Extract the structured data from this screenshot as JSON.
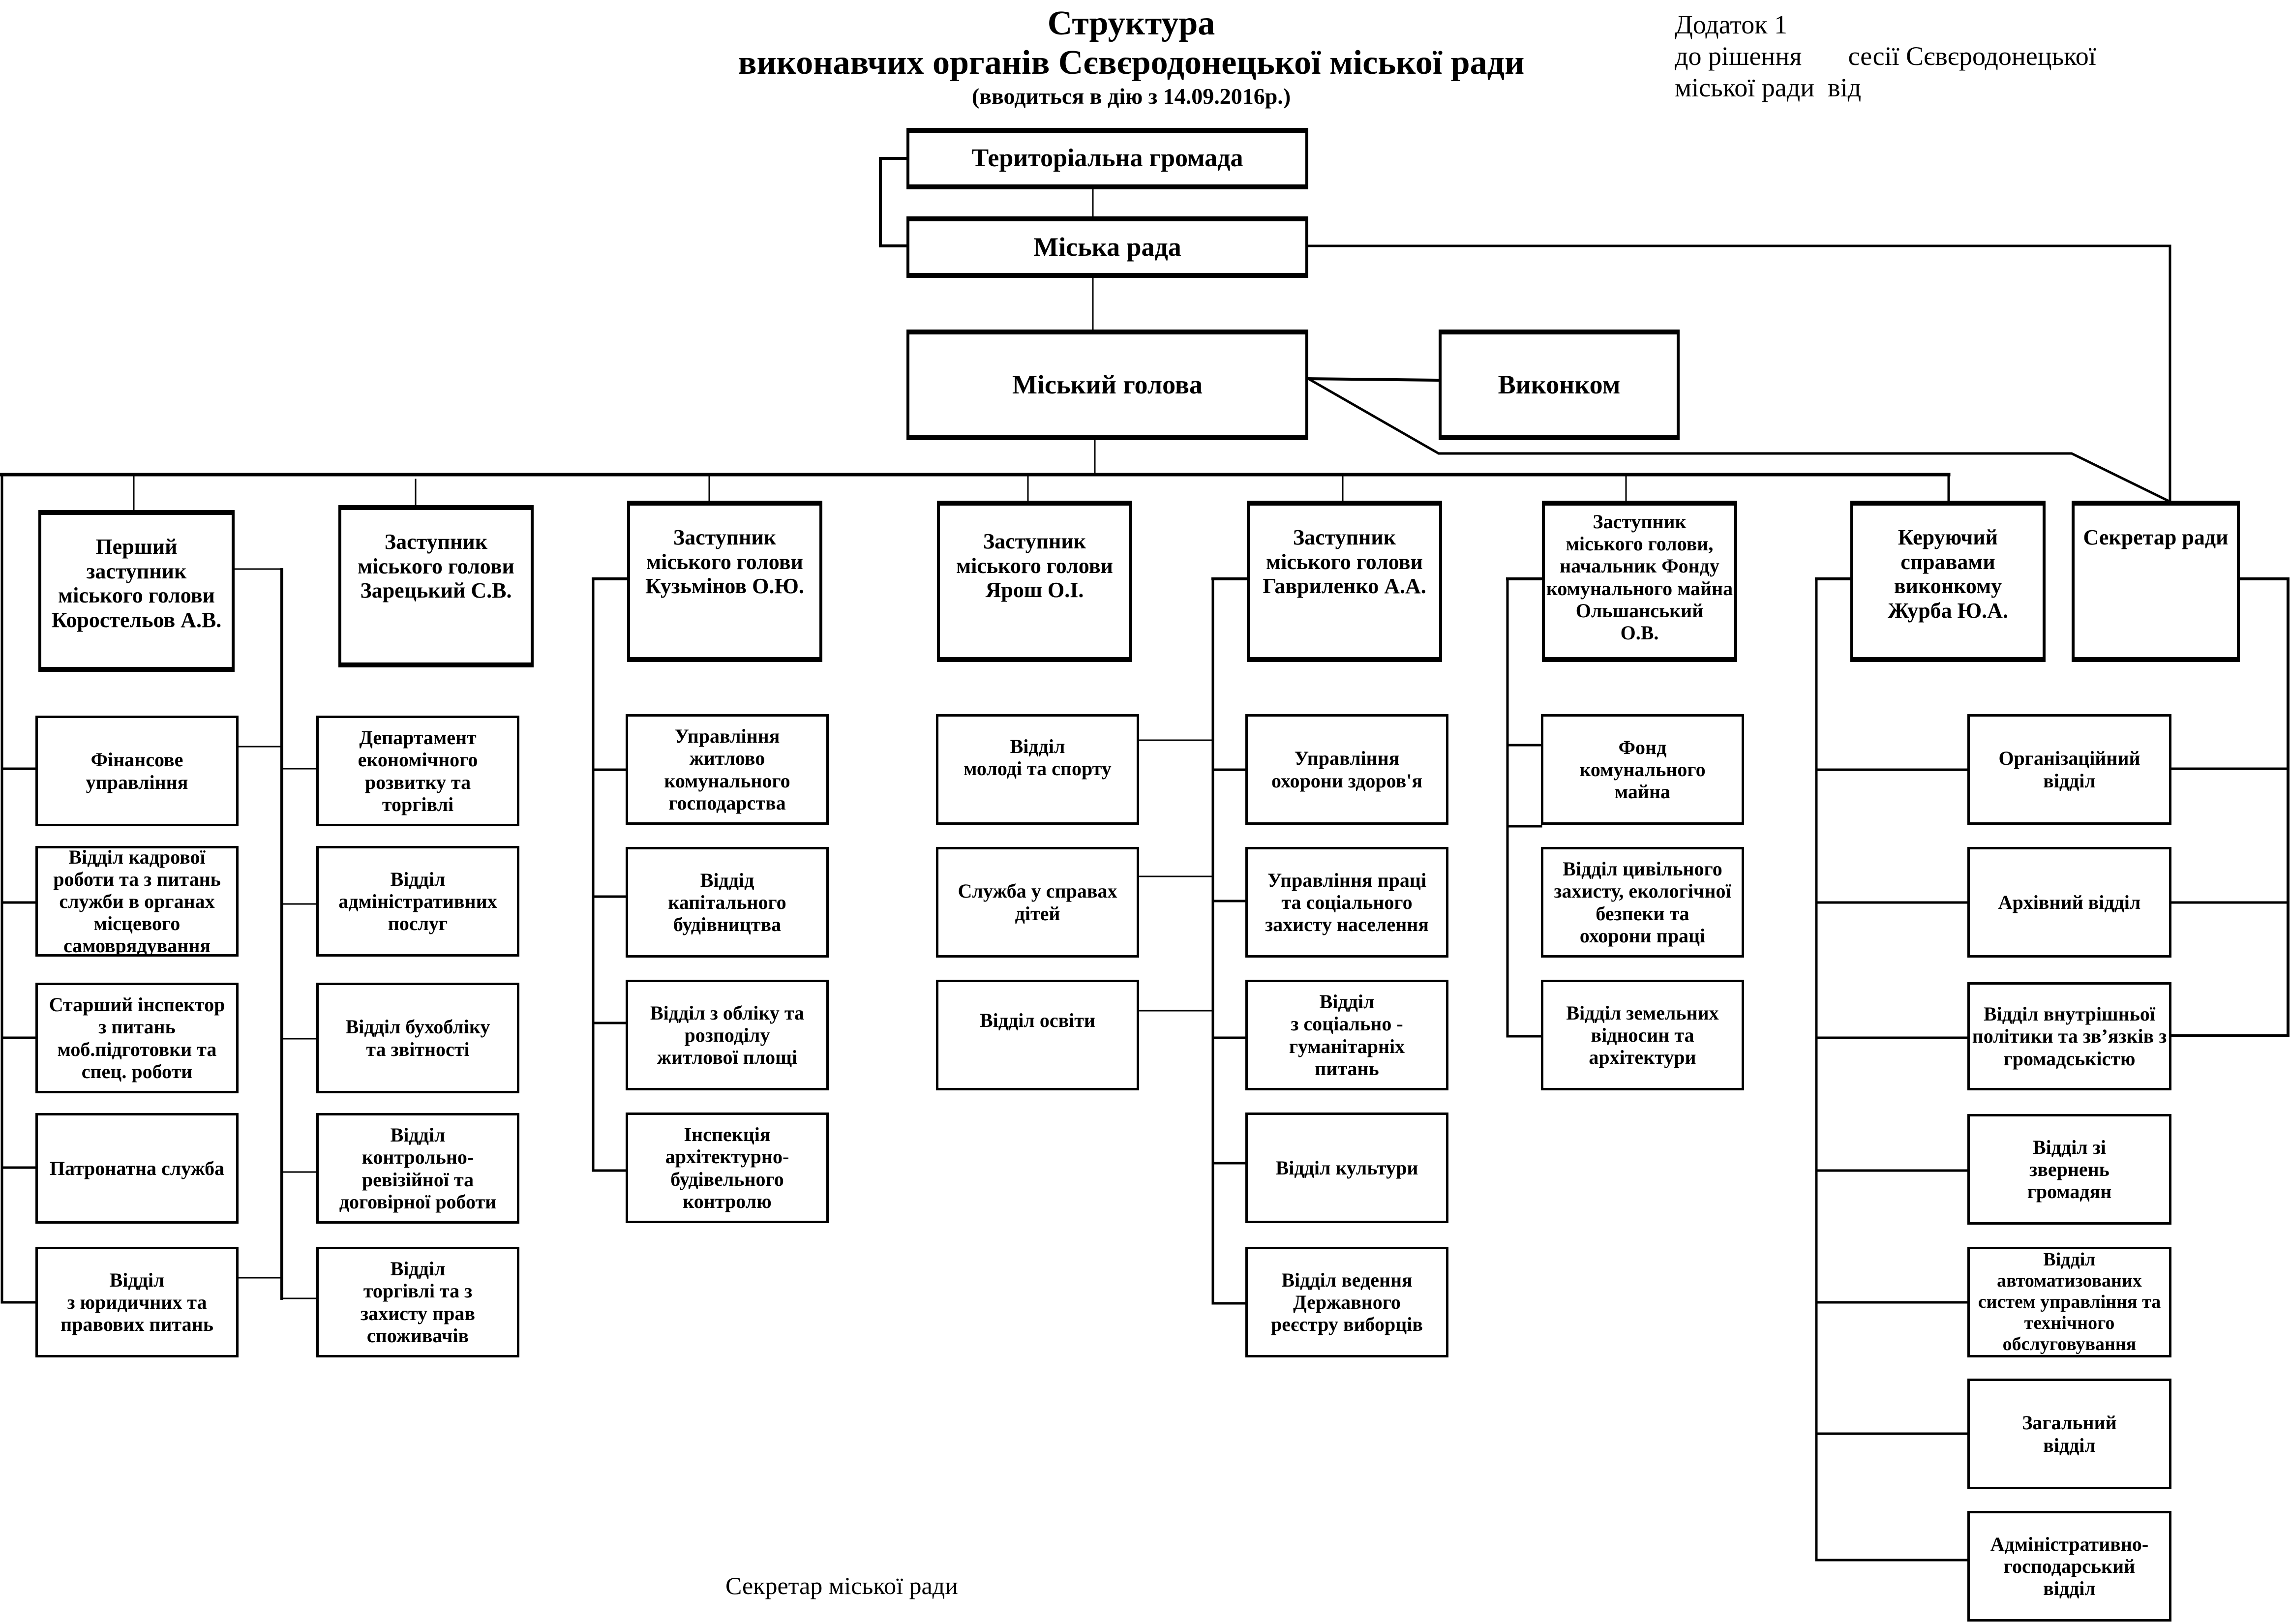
{
  "header": {
    "title_line1": "Структура",
    "title_line2": "виконавчих органів Сєвєродонецької міської ради",
    "title_line3": "(вводиться в дію з 14.09.2016р.)",
    "annex_line1": "Додаток 1",
    "annex_line2": "до рішення       сесії Сєвєродонецької",
    "annex_line3": "міської ради  від"
  },
  "top": {
    "community": "Територіальна громада",
    "council": "Міська рада",
    "mayor": "Міський голова",
    "executive_committee": "Виконком"
  },
  "leaders": [
    {
      "label": "Перший\nзаступник\nміського голови\nКоростельов А.В."
    },
    {
      "label": "Заступник\nміського голови\nЗарецький С.В."
    },
    {
      "label": "Заступник\nміського голови\nКузьмінов О.Ю."
    },
    {
      "label": "Заступник\nміського голови\nЯрош О.І."
    },
    {
      "label": "Заступник\nміського голови\nГавриленко А.А."
    },
    {
      "label": "Заступник\nміського голови,\nначальник  Фонду\nкомунального майна\nОльшанський\nО.В."
    },
    {
      "label": "Керуючий\nсправами\nвиконкому\nЖурба Ю.А."
    },
    {
      "label": "Секретар ради"
    }
  ],
  "departments": {
    "korostelyov_left": [
      "Фінансове\nуправління",
      "Відділ кадрової\nроботи та з питань\nслужби в органах\nмісцевого\nсамоврядування",
      "Старший інспектор\nз питань\nмоб.підготовки та\nспец. роботи",
      "Патронатна служба",
      "Відділ\nз юридичних та\nправових питань"
    ],
    "korostelyov_right": [
      "Департамент\nекономічного\nрозвитку та\nторгівлі",
      "Відділ\nадміністративних\nпослуг",
      "Відділ бухобліку\nта звітності",
      "Відділ\nконтрольно-\nревізійної та\nдоговірної роботи",
      "Відділ\nторгівлі та з\nзахисту прав\nспоживачів"
    ],
    "kuzminov": [
      "Управління\nжитлово\nкомунального\nгосподарства",
      "Віддід\nкапітального\nбудівництва",
      "Відділ з обліку та\nрозподілу\nжитлової площі",
      "Інспекція\nархітектурно-\nбудівельного\nконтролю"
    ],
    "yarosh": [
      "Відділ\nмолоді  та спорту",
      "Служба у справах\nдітей",
      "Відділ освіти"
    ],
    "gavrylenko": [
      "Управління\nохорони здоров'я",
      "Управління праці\nта соціального\nзахисту населення",
      "Відділ\nз соціально -\nгуманітарніх\nпитань",
      "Відділ культури",
      "Відділ ведення\nДержавного\nреєстру виборців"
    ],
    "olshanskyi": [
      "Фонд\nкомунального\nмайна",
      "Відділ цивільного\nзахисту, екологічної\nбезпеки та\nохорони праці",
      "Відділ земельних\nвідносин та\nархітектури"
    ],
    "zhurba": [
      "Організаційний\nвідділ",
      "Архівний відділ",
      "Відділ внутрішньої\nполітики та зв’язків з\nгромадськістю",
      "Відділ зі\nзвернень\nгромадян",
      "Відділ\nавтоматизованих\nсистем управління та\nтехнічного\nобслуговування",
      "Загальний\nвідділ",
      "Адміністративно-\nгосподарський\nвідділ"
    ]
  },
  "footer": {
    "signature": "Секретар міської ради"
  }
}
